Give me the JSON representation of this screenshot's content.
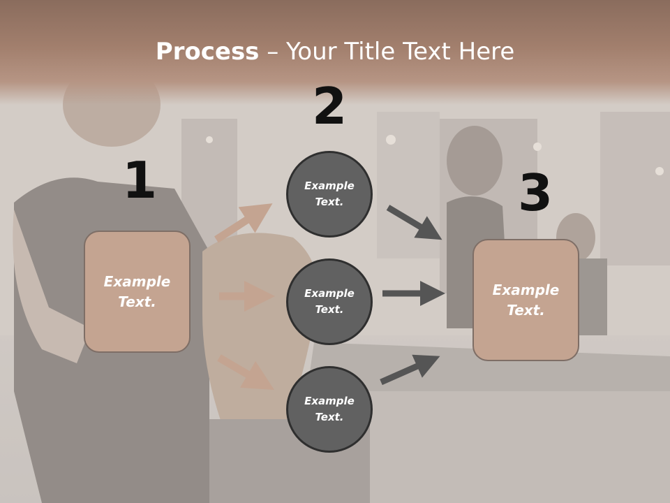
{
  "title": {
    "bold": "Process",
    "rest": " – Your Title Text Here"
  },
  "steps": {
    "one": "1",
    "two": "2",
    "three": "3"
  },
  "boxes": {
    "left": "Example Text.",
    "right": "Example Text."
  },
  "circles": {
    "top": "Example Text.",
    "middle": "Example Text.",
    "bottom": "Example Text."
  },
  "colors": {
    "box_fill": "#c4a491",
    "circle_fill": "#616161",
    "arrow_tan": "#c4a491",
    "arrow_dark": "#555555",
    "header": "#a27f6d"
  }
}
